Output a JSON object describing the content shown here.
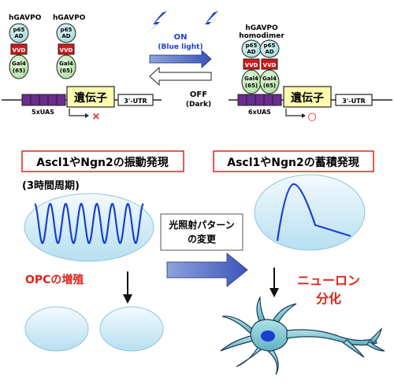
{
  "top": {
    "left_construct": {
      "label_1": "hGAVPO",
      "label_2": "hGAVPO",
      "p65_line1": "p65",
      "p65_line2": "AD",
      "vvd": "VVD",
      "gal4_line1": "Gal4",
      "gal4_line2": "(65)",
      "uas": "5xUAS",
      "gene": "遺伝子",
      "utr": "3'-UTR",
      "status_mark": "×"
    },
    "switch": {
      "on_label": "ON",
      "on_sub": "(Blue light)",
      "off_label": "OFF",
      "off_sub": "(Dark)"
    },
    "right_construct": {
      "title_1": "hGAVPO",
      "title_2": "homodimer",
      "p65_line1": "p65",
      "p65_line2": "AD",
      "vvd": "VVD",
      "gal4_line1": "Gal4",
      "gal4_line2": "(65)",
      "uas": "6xUAS",
      "gene": "遺伝子",
      "utr": "3'-UTR",
      "status_mark": "○"
    }
  },
  "bottom": {
    "left_title": "Ascl1やNgn2の振動発現",
    "left_subtitle": "(3時間周期)",
    "middle_line1": "光照射パターン",
    "middle_line2": "の変更",
    "left_result": "OPCの増殖",
    "right_title": "Ascl1やNgn2の蓄積発現",
    "right_result_line1": "ニューロン",
    "right_result_line2": "分化"
  },
  "colors": {
    "blue": "#1a3fd0",
    "red": "#e0221a",
    "gene_fill": "#fffcb0",
    "uas_fill": "#6a2c8f",
    "cyan": "#9bded9",
    "vvd_red": "#d11a1a",
    "green": "#b7e6a9",
    "ellipse": "#d9eef7",
    "neuron": "#7bc7d1"
  }
}
